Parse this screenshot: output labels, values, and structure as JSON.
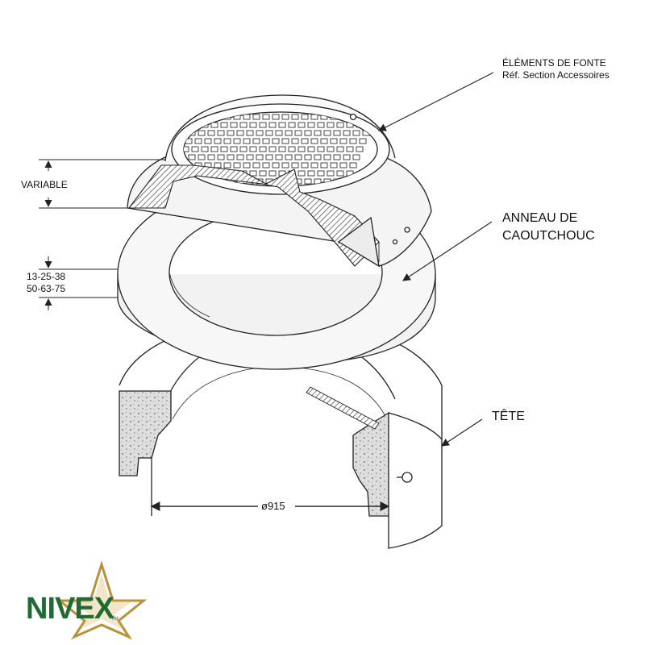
{
  "callouts": {
    "cast_iron": {
      "line1": "ÉLÉMENTS DE FONTE",
      "line2": "Réf. Section Accessoires"
    },
    "rubber_ring": {
      "line1": "ANNEAU DE",
      "line2": "CAOUTCHOUC"
    },
    "head": {
      "text": "TÊTE"
    }
  },
  "dimensions": {
    "variable": "VARIABLE",
    "ring_heights_1": "13-25-38",
    "ring_heights_2": "50-63-75",
    "diameter": "ø915"
  },
  "logo": {
    "text": "NIVEX",
    "mark": "TM"
  },
  "colors": {
    "line": "#222222",
    "concrete": "#dcdcdc",
    "logo_green": "#1f6b33",
    "logo_gold": "#b8923a"
  }
}
